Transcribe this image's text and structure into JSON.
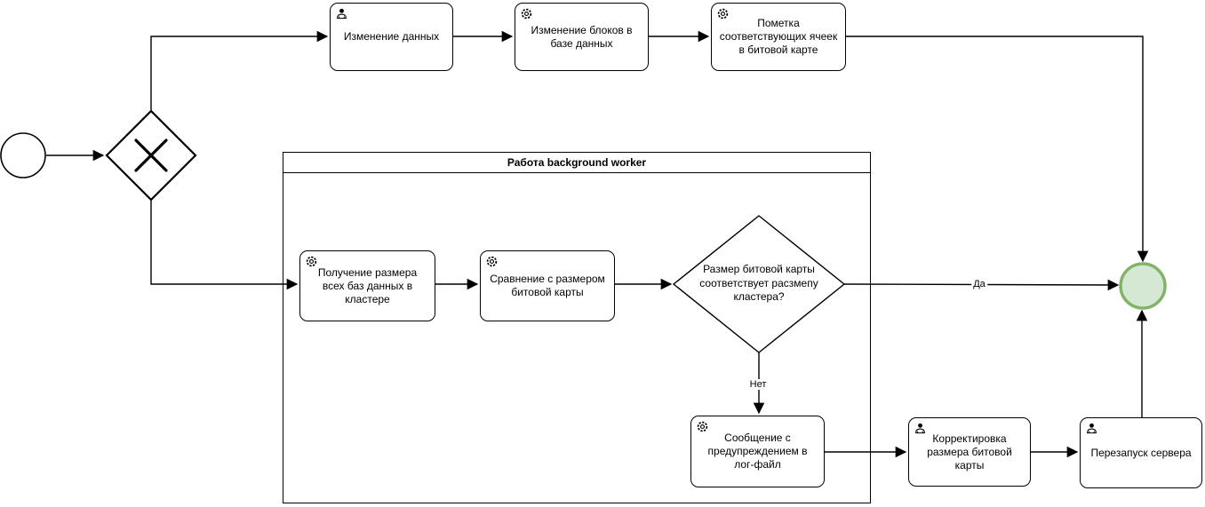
{
  "subprocess_title": "Работа background worker",
  "nodes": {
    "change_data": {
      "label": "Изменение данных",
      "icon": "user"
    },
    "change_blocks": {
      "label": "Изменение блоков в базе данных",
      "icon": "gear"
    },
    "mark_cells": {
      "label": "Пометка соответствующих ячеек в битовой карте",
      "icon": "gear"
    },
    "get_sizes": {
      "label": "Получение размера всех баз данных в кластере",
      "icon": "gear"
    },
    "compare_size": {
      "label": "Сравнение с размером битовой карты",
      "icon": "gear"
    },
    "log_warning": {
      "label": "Сообщение с предупреждением в лог-файл",
      "icon": "gear"
    },
    "adjust_size": {
      "label": "Корректировка размера битовой карты",
      "icon": "user"
    },
    "restart_server": {
      "label": "Перезапуск сервера",
      "icon": "user"
    },
    "decision": {
      "label": "Размер битовой карты соответствует расзмепу кластера?"
    }
  },
  "edge_labels": {
    "yes": "Да",
    "no": "Нет"
  },
  "colors": {
    "line": "#000000",
    "end_event_fill": "#d5e8d4",
    "end_event_stroke": "#82b366"
  }
}
